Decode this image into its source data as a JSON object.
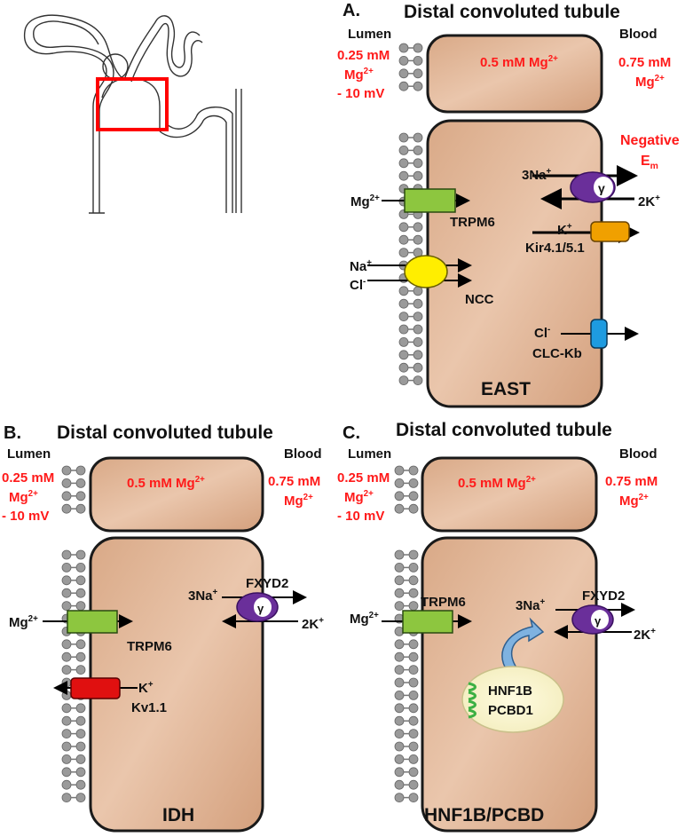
{
  "panel_a": {
    "letter": "A.",
    "title": "Distal convoluted tubule",
    "lumen_label": "Lumen",
    "blood_label": "Blood",
    "lumen_conc": [
      "0.25 mM",
      "Mg2+",
      "- 10 mV"
    ],
    "cell_conc": "0.5 mM Mg2+",
    "blood_conc": [
      "0.75 mM",
      "Mg2+"
    ],
    "negative_em": [
      "Negative",
      "Em"
    ],
    "mg_ion": "Mg2+",
    "trpm6": "TRPM6",
    "na3": "3Na+",
    "k2": "2K+",
    "pump_symbol": "γ",
    "k_ion": "K+",
    "kir": "Kir4.1/5.1",
    "na_ion": "Na+",
    "cl_ion": "Cl-",
    "ncc": "NCC",
    "cl_ion2": "Cl-",
    "clckb": "CLC-Kb",
    "disease": "EAST"
  },
  "panel_b": {
    "letter": "B.",
    "title": "Distal convoluted tubule",
    "lumen_label": "Lumen",
    "blood_label": "Blood",
    "lumen_conc": [
      "0.25 mM",
      "Mg2+",
      "- 10 mV"
    ],
    "cell_conc": "0.5 mM Mg2+",
    "blood_conc": [
      "0.75 mM",
      "Mg2+"
    ],
    "mg_ion": "Mg2+",
    "trpm6": "TRPM6",
    "na3": "3Na+",
    "fxyd2": "FXYD2",
    "k2": "2K+",
    "pump_symbol": "γ",
    "k_ion": "K+",
    "kv": "Kv1.1",
    "disease": "IDH"
  },
  "panel_c": {
    "letter": "C.",
    "title": "Distal convoluted tubule",
    "lumen_label": "Lumen",
    "blood_label": "Blood",
    "lumen_conc": [
      "0.25 mM",
      "Mg2+",
      "- 10 mV"
    ],
    "cell_conc": "0.5 mM Mg2+",
    "blood_conc": [
      "0.75 mM",
      "Mg2+"
    ],
    "mg_ion": "Mg2+",
    "trpm6": "TRPM6",
    "na3": "3Na+",
    "fxyd2": "FXYD2",
    "k2": "2K+",
    "pump_symbol": "γ",
    "tf1": "HNF1B",
    "tf2": "PCBD1",
    "disease": "HNF1B/PCBD"
  },
  "colors": {
    "cell_fill": "#e2b496",
    "cell_edge": "#1a1a1a",
    "trpm6": "#8dc63f",
    "ncc": "#ffee00",
    "kir": "#f0a000",
    "clckb": "#1e9be0",
    "kv": "#e01010",
    "pump": "#6a2f9a",
    "highlight_box": "#ff0000",
    "annotation_red": "#ff1a1a"
  }
}
